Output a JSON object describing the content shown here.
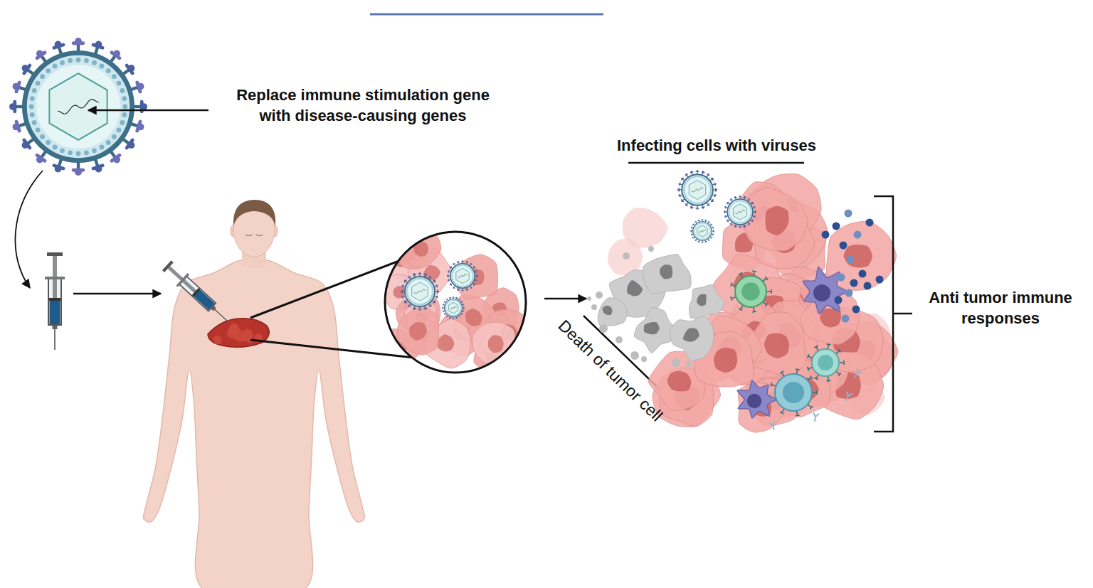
{
  "diagram": {
    "labels": [
      "Replace immune stimulation gene with disease-causing genes",
      "Infecting cells with viruses",
      "Death of tumor cell",
      "Anti tumor immune responses"
    ]
  }
}
